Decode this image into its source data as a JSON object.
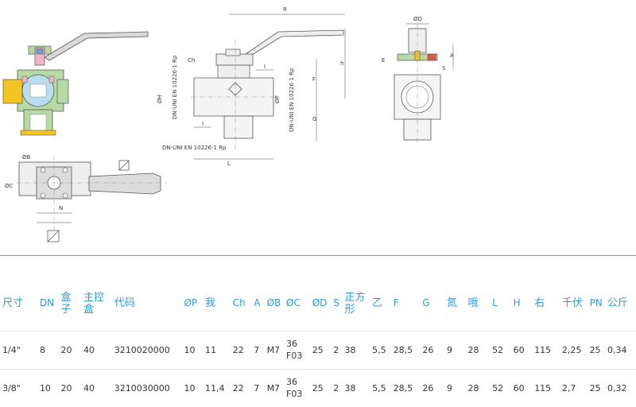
{
  "drawing": {
    "labels": {
      "R": "R",
      "h": "h",
      "Ch": "Ch",
      "F": "F",
      "G": "G",
      "L": "L",
      "PH": "ØH",
      "PP": "ØP",
      "PD": "ØD",
      "E": "E",
      "A": "A",
      "S": "S",
      "PC": "ØC",
      "PB": "ØB",
      "N": "N",
      "I1": "I",
      "I2": "I",
      "norm1": "DN-UNI EN 10226-1 Rp",
      "norm2": "DN-UNI EN 10226-1 Rp",
      "norm3": "DN-UNI EN 10226-1 Rp"
    }
  },
  "table": {
    "headers": [
      "尺寸",
      "DN",
      "盒子",
      "主控盒",
      "代码",
      "ØP",
      "我",
      "Ch",
      "A",
      "ØB",
      "ØC",
      "ØD",
      "S",
      "正方形",
      "乙",
      "F",
      "G",
      "氮",
      "哦",
      "L",
      "H",
      "右",
      "千伏",
      "PN",
      "公斤"
    ],
    "rows": [
      [
        "1/4\"",
        "8",
        "20",
        "40",
        "3210020000",
        "10",
        "11",
        "22",
        "7",
        "M7",
        "36\nF03",
        "25",
        "2",
        "38",
        "5,5",
        "28,5",
        "26",
        "9",
        "28",
        "52",
        "60",
        "115",
        "2,25",
        "25",
        "0,34"
      ],
      [
        "3/8\"",
        "10",
        "20",
        "40",
        "3210030000",
        "10",
        "11,4",
        "22",
        "7",
        "M7",
        "36\nF03",
        "25",
        "2",
        "38",
        "5,5",
        "28,5",
        "26",
        "9",
        "28",
        "52",
        "60",
        "115",
        "2,7",
        "25",
        "0,32"
      ]
    ]
  },
  "colors": {
    "header_text": "#2d9bd3",
    "divider": "#49a9d6",
    "body_green": "#b7d9a4",
    "seal_pink": "#f2b5c8",
    "thread_yellow": "#f2c521",
    "ball_blue": "#b9dcef",
    "seal_red": "#e2574c"
  }
}
